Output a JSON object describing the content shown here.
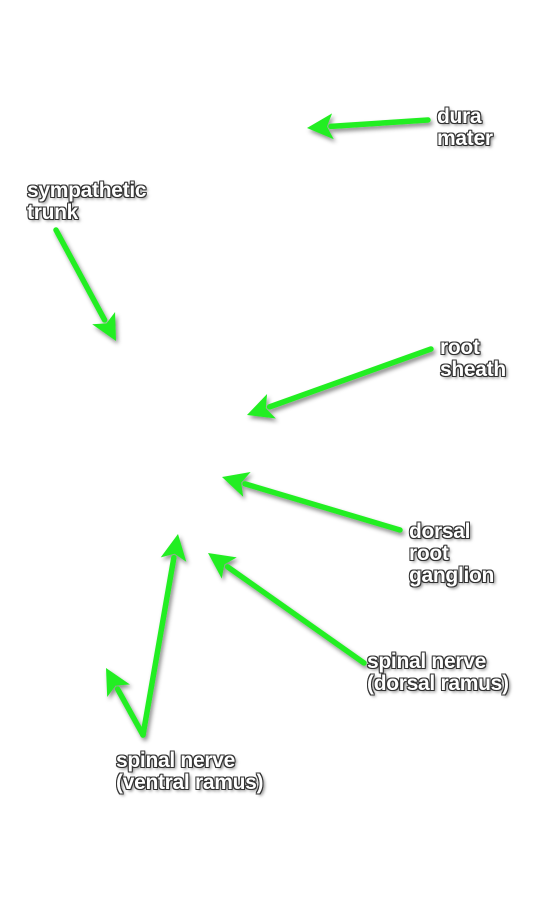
{
  "arrow_color": "#22ee22",
  "labels": {
    "dura_mater": [
      "dura",
      "mater"
    ],
    "sympathetic_trunk": [
      "sympathetic",
      "trunk"
    ],
    "root_sheath": [
      "root",
      "sheath"
    ],
    "dorsal_root_ganglion": [
      "dorsal",
      "root",
      "ganglion"
    ],
    "spinal_nerve_dorsal": [
      "spinal nerve",
      "(dorsal ramus)"
    ],
    "spinal_nerve_ventral": [
      "spinal nerve",
      "(ventral ramus)"
    ]
  }
}
